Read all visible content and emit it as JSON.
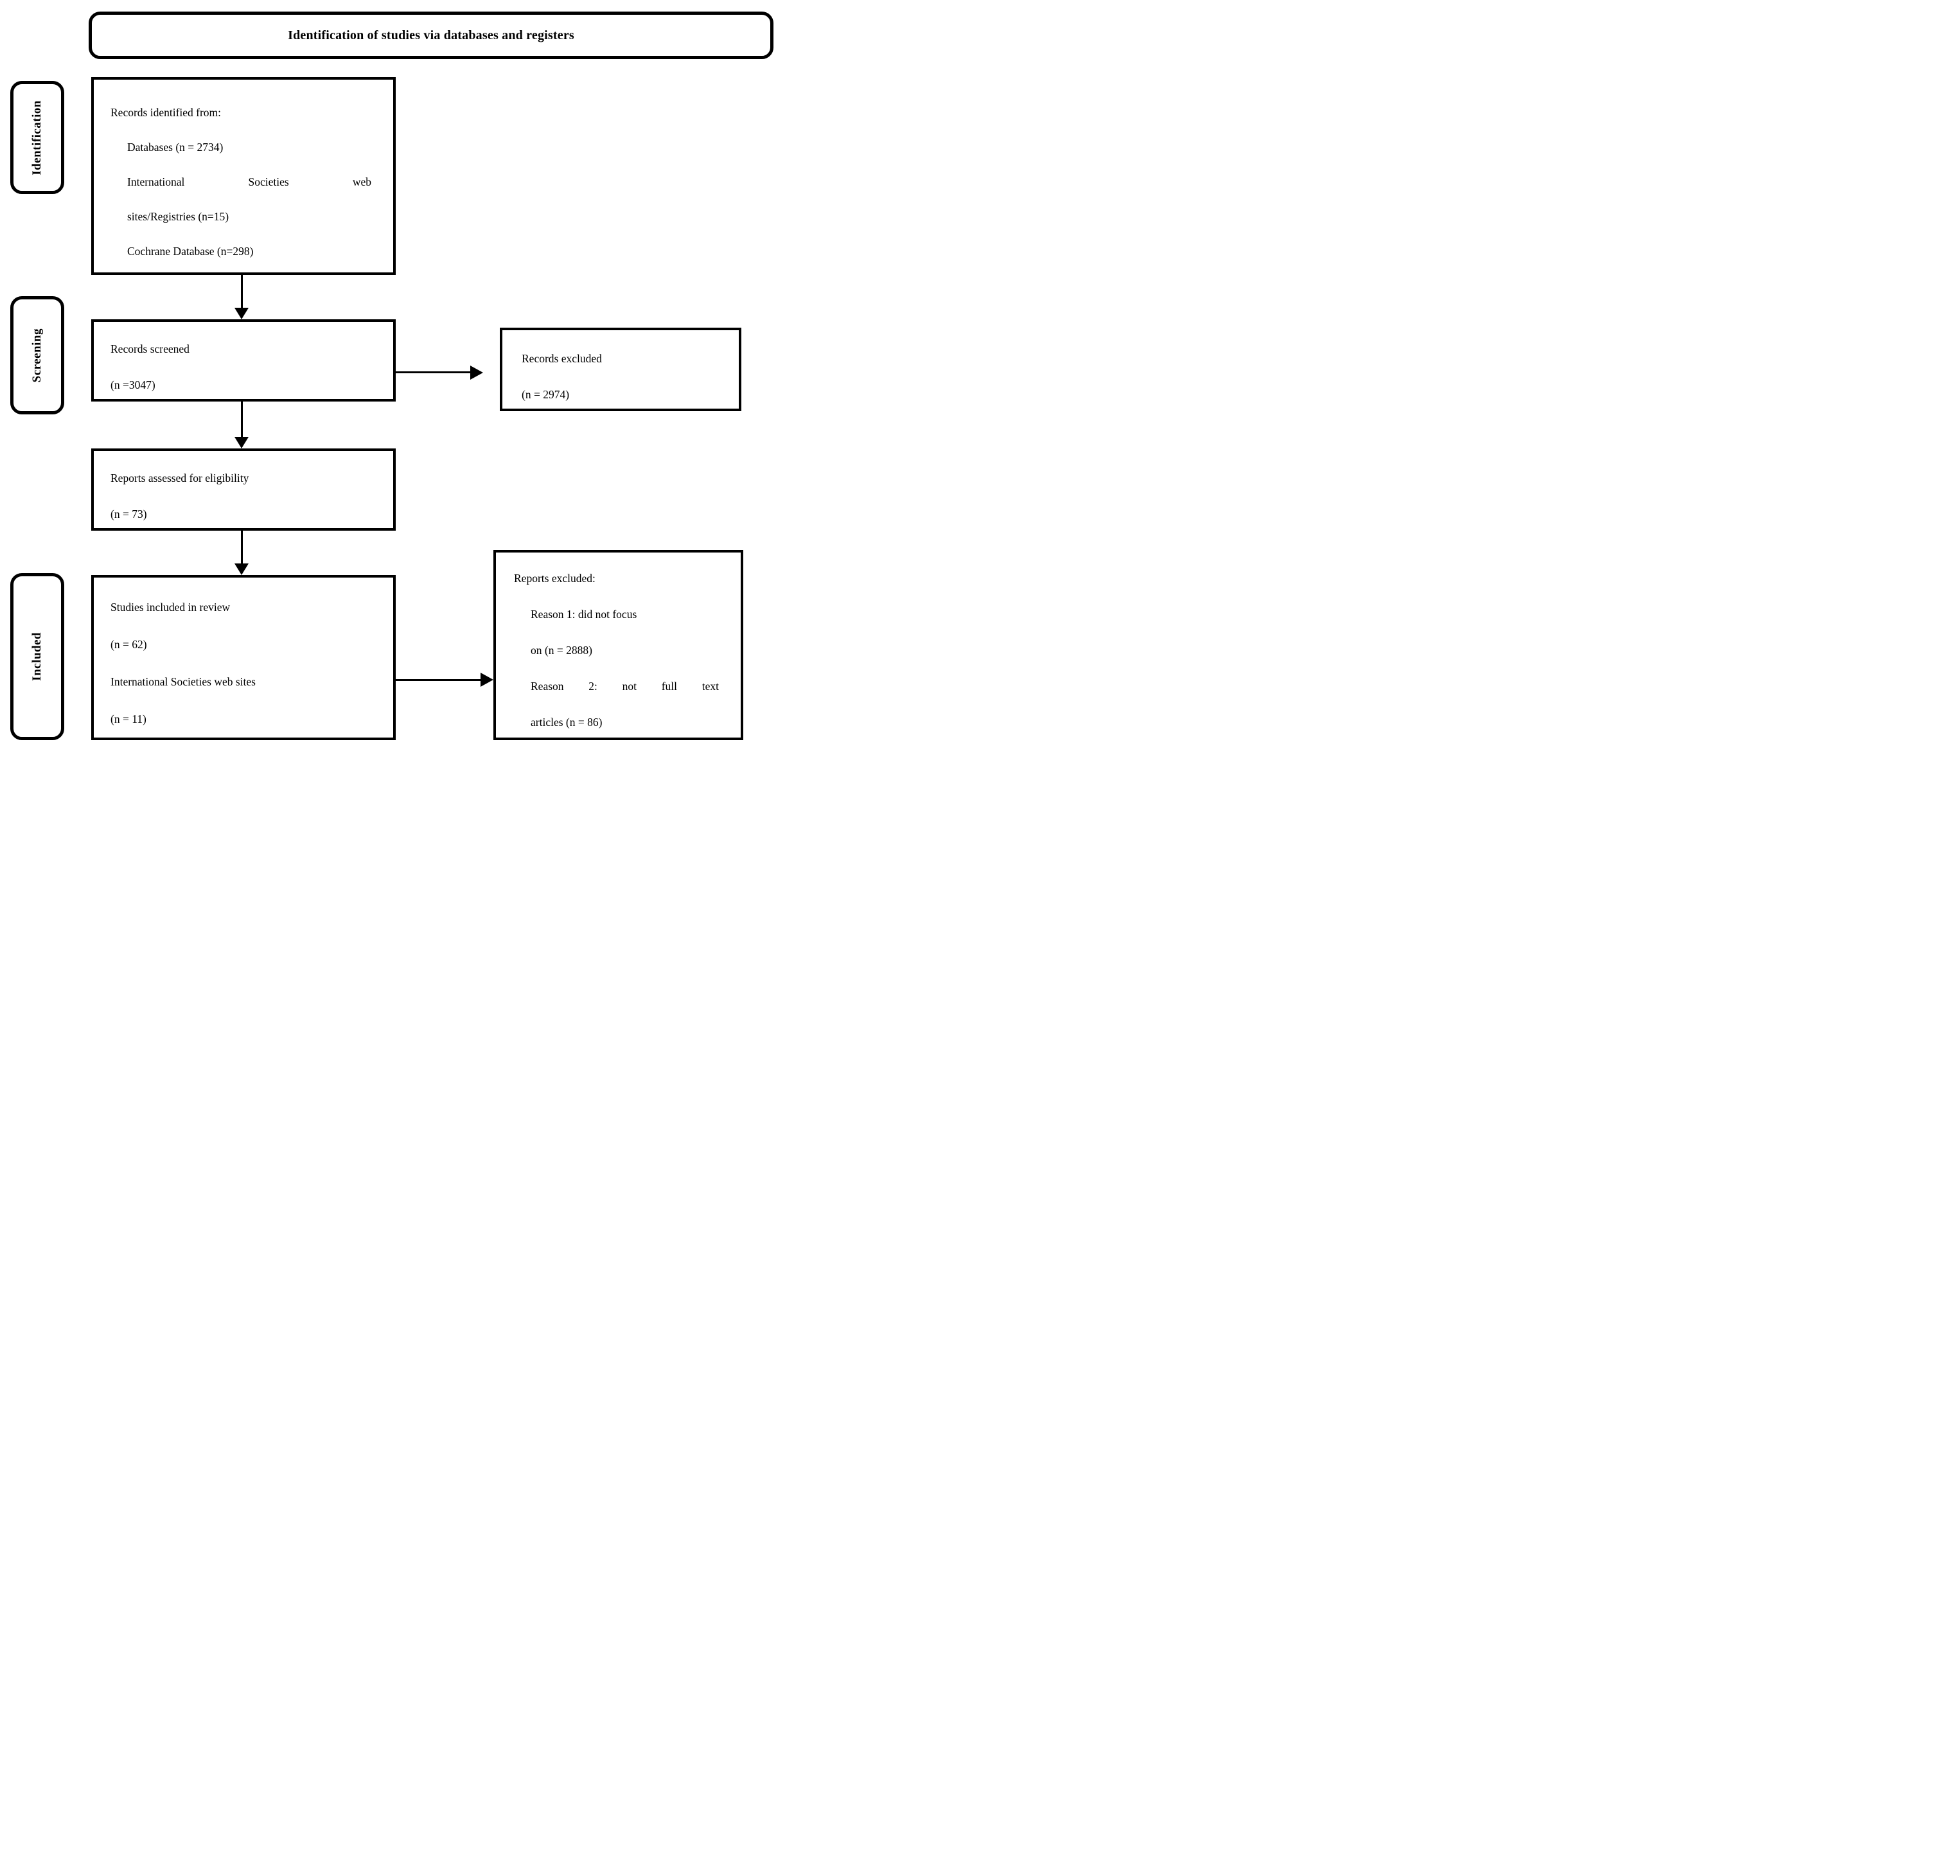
{
  "title": "Identification of studies via databases and registers",
  "stages": {
    "identification": "Identification",
    "screening": "Screening",
    "included": "Included"
  },
  "boxes": {
    "records_identified": {
      "line1": "Records identified from:",
      "line2": "Databases (n = 2734)",
      "line3": "International Societies web",
      "line4": "sites/Registries (n=15)",
      "line5": "Cochrane Database (n=298)"
    },
    "records_screened": {
      "line1": "Records screened",
      "line2": "(n =3047)"
    },
    "records_excluded": {
      "line1": "Records excluded",
      "line2": "(n = 2974)"
    },
    "reports_assessed": {
      "line1": "Reports assessed for eligibility",
      "line2": "(n = 73)"
    },
    "studies_included": {
      "line1": "Studies included in review",
      "line2": "(n = 62)",
      "line3": "International Societies web sites",
      "line4": "(n = 11)"
    },
    "reports_excluded": {
      "line1": "Reports excluded:",
      "line2": "Reason 1: did not focus",
      "line3": "on (n = 2888)",
      "line4": "Reason 2: not full text",
      "line5": "articles (n = 86)"
    }
  },
  "colors": {
    "line_color": "#000000",
    "background": "#ffffff",
    "text": "#000000"
  }
}
